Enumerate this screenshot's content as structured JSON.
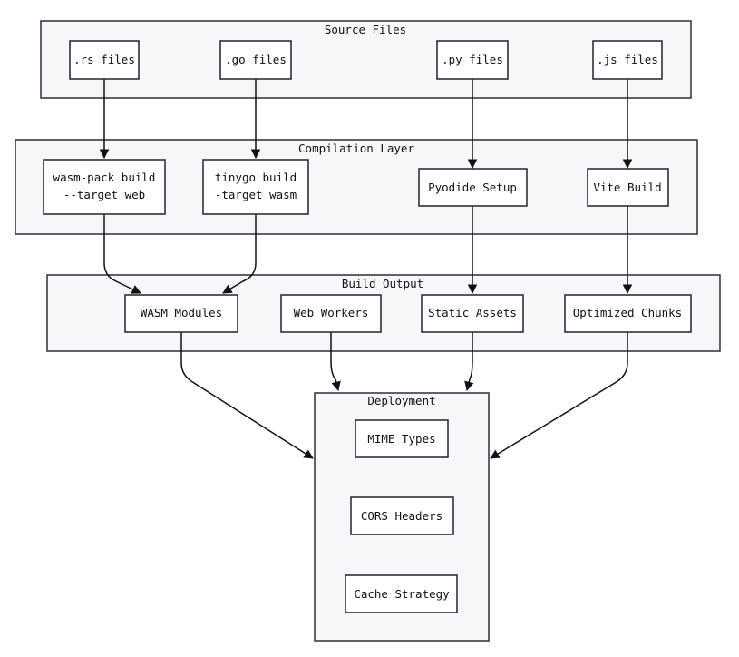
{
  "clusters": {
    "source": "Source Files",
    "compile": "Compilation Layer",
    "output": "Build Output",
    "deploy": "Deployment"
  },
  "nodes": {
    "rs": ".rs files",
    "go": ".go files",
    "py": ".py files",
    "js": ".js files",
    "wasmpack_line1": "wasm-pack build",
    "wasmpack_line2": "--target web",
    "tinygo_line1": "tinygo build",
    "tinygo_line2": "-target wasm",
    "pyodide": "Pyodide Setup",
    "vite": "Vite Build",
    "wasm_modules": "WASM Modules",
    "web_workers": "Web Workers",
    "static_assets": "Static Assets",
    "optimized_chunks": "Optimized Chunks",
    "mime": "MIME Types",
    "cors": "CORS Headers",
    "cache": "Cache Strategy"
  },
  "colors": {
    "cluster_fill": "#f7f7fa",
    "node_fill": "#ffffff",
    "stroke": "#1f2330",
    "edge": "#111111"
  }
}
